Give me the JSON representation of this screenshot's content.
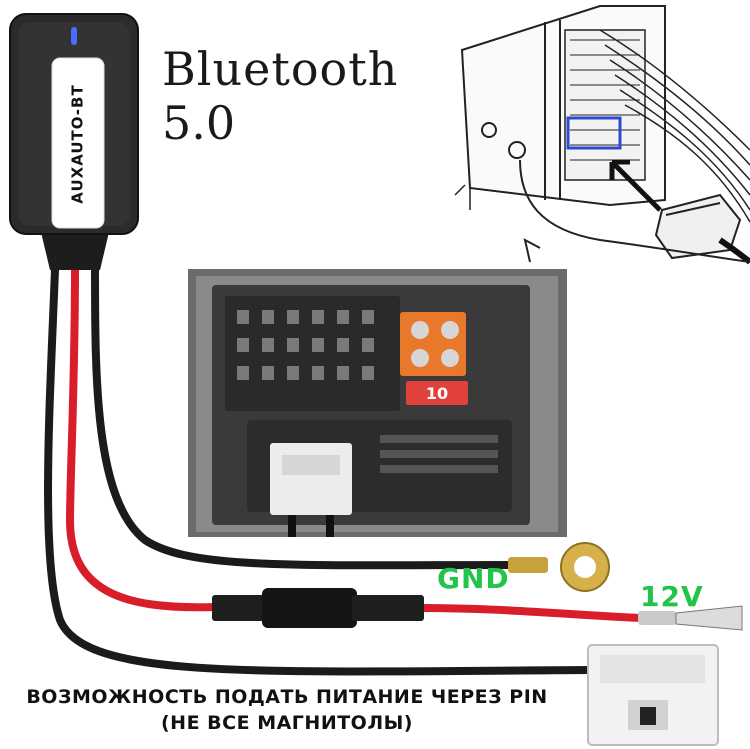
{
  "product": {
    "title": "Bluetooth",
    "version": "5.0",
    "brand_label": "AUXAUTO-BT"
  },
  "wires": {
    "gnd_label": "GND",
    "power_label": "12V"
  },
  "fuse_box": {
    "fuse_value": "10"
  },
  "caption": {
    "line1": "ВОЗМОЖНОСТЬ ПОДАТЬ ПИТАНИЕ ЧЕРЕЗ PIN",
    "line2": "(НЕ ВСЕ МАГНИТОЛЫ)"
  },
  "colors": {
    "label_green": "#22c44a",
    "wire_red": "#d81e2a",
    "wire_black": "#1b1b1b",
    "module_body": "#2b2b2b",
    "led_blue": "#4a6cff"
  }
}
